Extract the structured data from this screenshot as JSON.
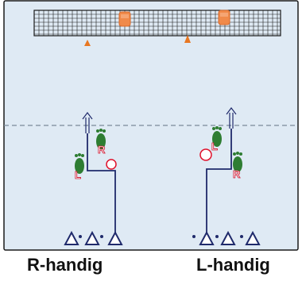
{
  "colors": {
    "court_fill": "#dfeaf4",
    "court_border": "#1a1a1a",
    "net_line": "#1a1a1a",
    "dashed_line": "#7a8a99",
    "cone": "#e87722",
    "chair": "#f08a4a",
    "path": "#1f2a6b",
    "ball": "#e0102a",
    "foot": "#2e7d32",
    "foot_letter": "#ffffff",
    "foot_letter_outline": "#d0102a"
  },
  "labels": {
    "left_caption": "R-handig",
    "right_caption": "L-handig",
    "foot_right": "R",
    "foot_left": "L"
  },
  "icons": {
    "cone": "triangle-marker",
    "foot": "footprint",
    "ball": "ball-circle",
    "direction": "double-arrow-up",
    "chair": "umpire-chair"
  }
}
